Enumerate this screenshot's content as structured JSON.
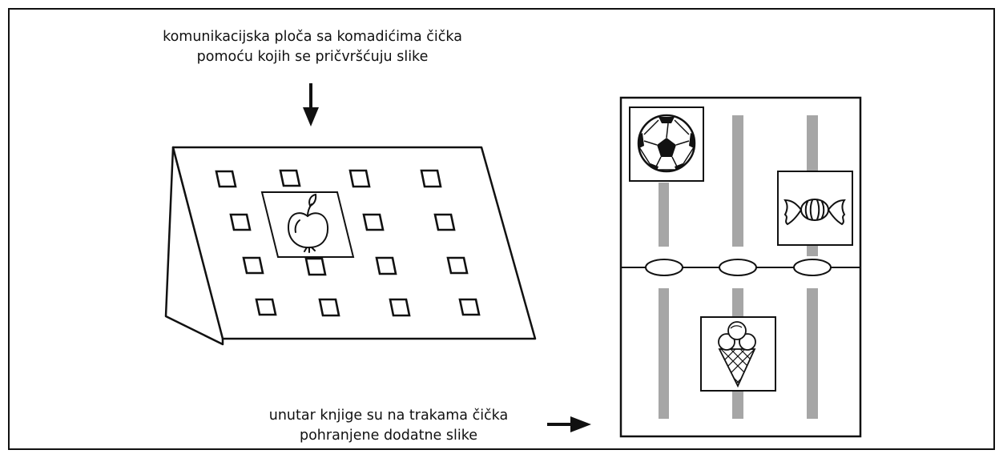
{
  "captions": {
    "board": {
      "line1": "komunikacijska ploča sa komadićima čička",
      "line2": "pomoću kojih se pričvršćuju slike"
    },
    "book": {
      "line1": "unutar knjige su na trakama čička",
      "line2": "pohranjene dodatne slike"
    }
  },
  "icons": {
    "board_picture": "apple-icon",
    "book_pictures": [
      "soccer-ball-icon",
      "candy-icon",
      "ice-cream-icon"
    ]
  },
  "colors": {
    "line": "#111111",
    "velcro_strip": "#a6a6a6",
    "background": "#ffffff"
  }
}
